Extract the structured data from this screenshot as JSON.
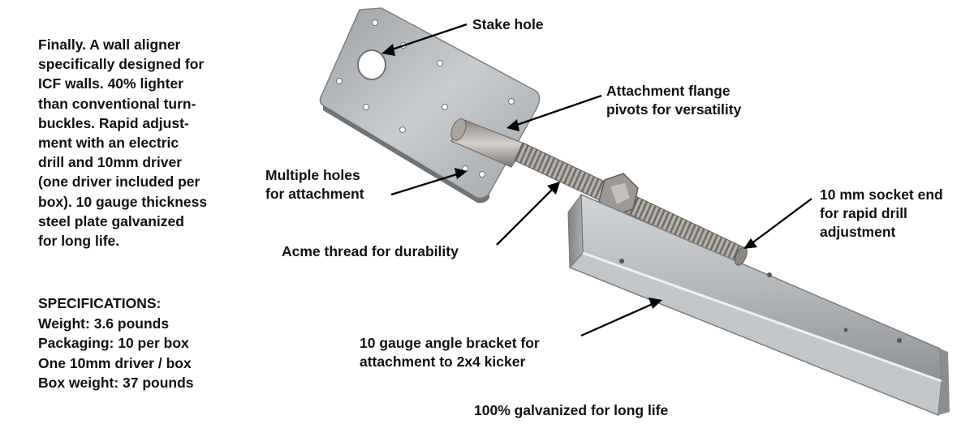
{
  "description": "Finally. A wall aligner\nspecifically designed for\nICF walls. 40% lighter\nthan conventional turn-\nbuckles. Rapid adjust-\nment with an electric\ndrill and 10mm driver\n(one driver included per\nbox). 10 gauge thickness\nsteel plate galvanized\nfor long life.",
  "specifications": {
    "heading": "SPECIFICATIONS:",
    "items": [
      "Weight: 3.6 pounds",
      "Packaging: 10 per box",
      "One 10mm driver / box",
      "Box weight: 37 pounds"
    ]
  },
  "callouts": {
    "stake_hole": "Stake hole",
    "attachment_flange": "Attachment flange\npivots for versatility",
    "multiple_holes": "Multiple holes\nfor attachment",
    "acme_thread": "Acme thread for durability",
    "socket_end": "10 mm socket end\nfor rapid drill\nadjustment",
    "angle_bracket": "10 gauge angle bracket for\nattachment to 2x4 kicker",
    "galvanized": "100% galvanized for long life"
  },
  "colors": {
    "text": "#111111",
    "steel_light": "#c9ccce",
    "steel_dark": "#8d9194",
    "hole": "#ffffff"
  }
}
